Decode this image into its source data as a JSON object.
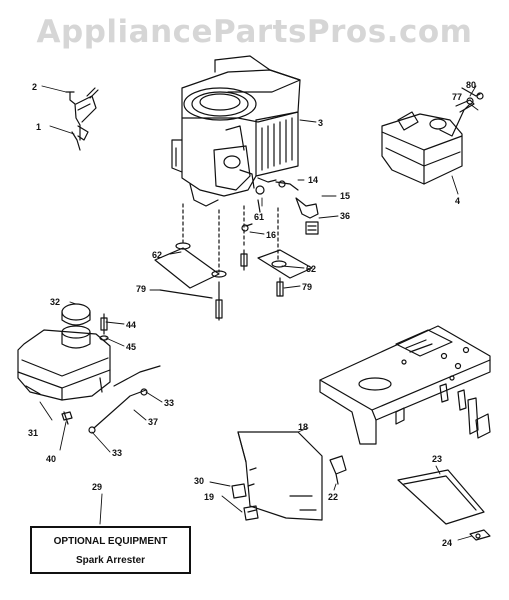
{
  "watermark": "AppliancePartsPros.com",
  "callouts": {
    "c1": "1",
    "c2": "2",
    "c3": "3",
    "c4": "4",
    "c14": "14",
    "c15": "15",
    "c16": "16",
    "c18": "18",
    "c19": "19",
    "c22": "22",
    "c23": "23",
    "c24": "24",
    "c29": "29",
    "c30": "30",
    "c31": "31",
    "c32": "32",
    "c33a": "33",
    "c33b": "33",
    "c36": "36",
    "c37": "37",
    "c40": "40",
    "c44": "44",
    "c45": "45",
    "c61": "61",
    "c62a": "62",
    "c62b": "62",
    "c77": "77",
    "c79a": "79",
    "c79b": "79",
    "c80": "80"
  },
  "optional": {
    "title": "OPTIONAL EQUIPMENT",
    "subtitle": "Spark Arrester"
  }
}
